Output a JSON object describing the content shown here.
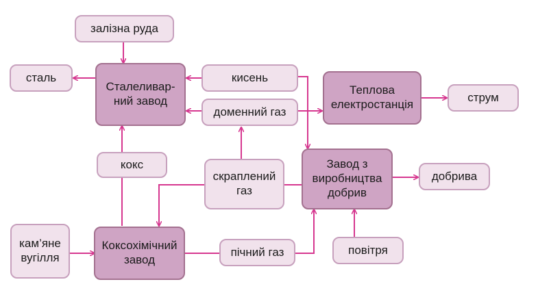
{
  "colors": {
    "arrow": "#d6368f",
    "light_node_fill": "#f1e2ec",
    "dark_node_fill": "#cfa4c4"
  },
  "nodes": {
    "iron_ore": "залізна руда",
    "steel": "сталь",
    "steel_plant": "Сталеливар-\nний завод",
    "oxygen": "кисень",
    "blast_gas": "доменний газ",
    "power_plant": "Теплова\nелектростанція",
    "current": "струм",
    "coke": "кокс",
    "liquefied_gas": "скраплений\nгаз",
    "fertilizer_plant": "Завод з\nвиробництва\nдобрив",
    "fertilizers": "добрива",
    "coal": "кам’яне\nвугілля",
    "coke_plant": "Коксохімічний\nзавод",
    "oven_gas": "пічний газ",
    "air": "повітря"
  }
}
